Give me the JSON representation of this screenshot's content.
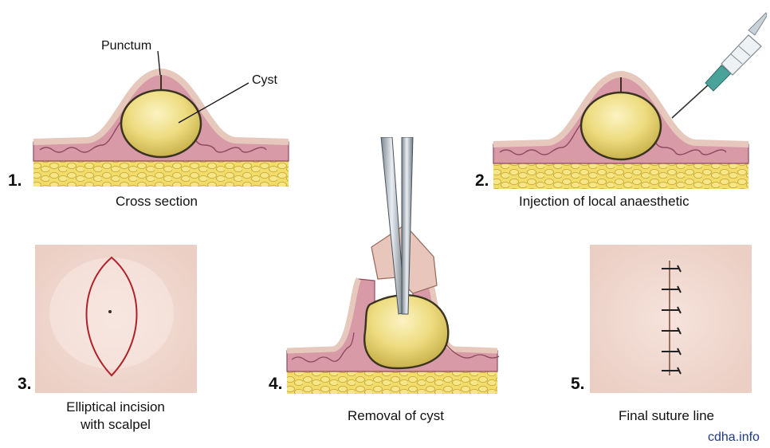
{
  "labels": {
    "punctum": "Punctum",
    "cyst": "Cyst"
  },
  "steps": [
    {
      "number": "1.",
      "caption": "Cross section"
    },
    {
      "number": "2.",
      "caption": "Injection of local anaesthetic"
    },
    {
      "number": "3.",
      "caption_line1": "Elliptical incision",
      "caption_line2": "with scalpel"
    },
    {
      "number": "4.",
      "caption": "Removal of cyst"
    },
    {
      "number": "5.",
      "caption": "Final suture line"
    }
  ],
  "credit": "cdha.info",
  "colors": {
    "skin_outer": "#e6c8bc",
    "dermis": "#d89aa6",
    "dermis_line": "#8e4a5c",
    "fat": "#f2dc6a",
    "fat_outline": "#c4a434",
    "cyst_fill": "#eee08a",
    "cyst_outline": "#3a3320",
    "incision": "#b0222a",
    "credit": "#1f3a86"
  }
}
